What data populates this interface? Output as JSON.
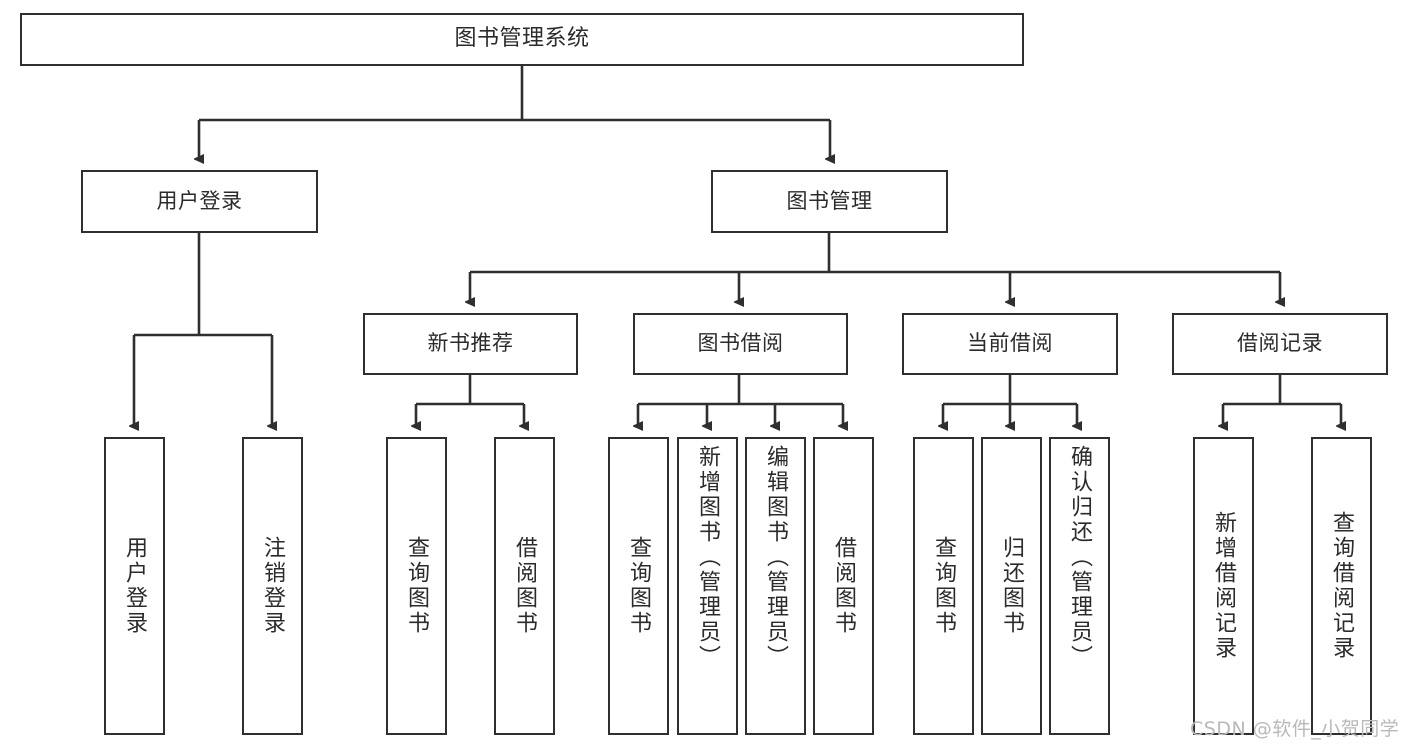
{
  "diagram": {
    "title_text": "图书管理系统",
    "type": "tree-hierarchy-diagram",
    "colors": {
      "box_border": "#2f2f2f",
      "box_fill": "#ffffff",
      "edge": "#2f2f2f",
      "text": "#2b2b2b",
      "watermark": "#b9b9b9",
      "background": "#ffffff"
    },
    "nodes": {
      "root": {
        "label": "图书管理系统"
      },
      "level2": [
        {
          "label": "用户登录"
        },
        {
          "label": "图书管理"
        }
      ],
      "level3": [
        {
          "label": "新书推荐"
        },
        {
          "label": "图书借阅"
        },
        {
          "label": "当前借阅"
        },
        {
          "label": "借阅记录"
        }
      ],
      "leaves_user_login": [
        {
          "label": "用户登录"
        },
        {
          "label": "注销登录"
        }
      ],
      "leaves_new_books": [
        {
          "label": "查询图书"
        },
        {
          "label": "借阅图书"
        }
      ],
      "leaves_borrow": [
        {
          "label": "查询图书"
        },
        {
          "label": "新增图书（管理员）"
        },
        {
          "label": "编辑图书（管理员）"
        },
        {
          "label": "借阅图书"
        }
      ],
      "leaves_current": [
        {
          "label": "查询图书"
        },
        {
          "label": "归还图书"
        },
        {
          "label": "确认归还（管理员）"
        }
      ],
      "leaves_records": [
        {
          "label": "新增借阅记录"
        },
        {
          "label": "查询借阅记录"
        }
      ]
    }
  },
  "watermark": {
    "text": "CSDN @软件_小贺同学"
  }
}
